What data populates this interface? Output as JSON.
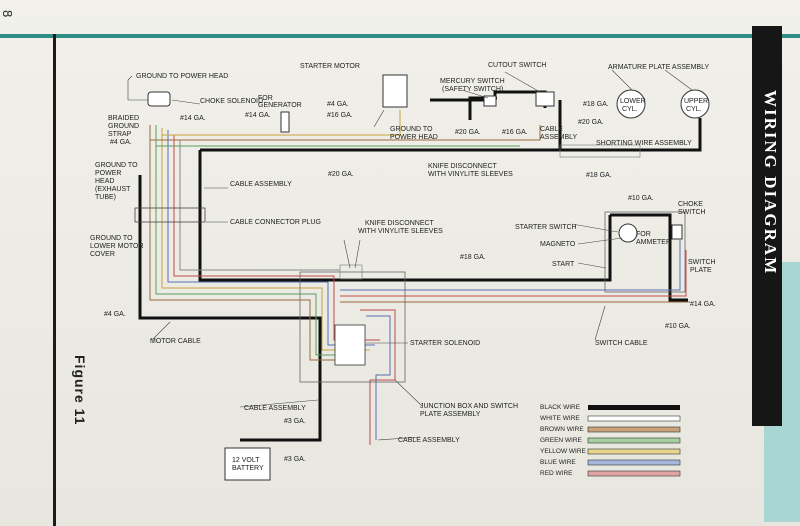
{
  "page": {
    "number": "8",
    "title": "WIRING DIAGRAM",
    "figure": "Figure 11"
  },
  "labels": {
    "ground_to_power_head": "GROUND TO POWER HEAD",
    "choke_solenoid": "CHOKE SOLENOID",
    "braided": "BRAIDED",
    "ground": "GROUND",
    "strap": "STRAP",
    "strap_gauge": "#4 GA.",
    "ga14_choke": "#14 GA.",
    "ground_to": "GROUND TO",
    "power": "POWER",
    "head": "HEAD",
    "exhaust": "(EXHAUST",
    "tube": "TUBE)",
    "ground_to_2": "GROUND TO",
    "lower_motor": "LOWER MOTOR",
    "cover": "COVER",
    "for": "FOR",
    "generator": "GENERATOR",
    "ga14_gen": "#14 GA.",
    "ga4": "#4 GA.",
    "ga16": "#16 GA.",
    "starter_motor": "STARTER MOTOR",
    "ground_to_3": "GROUND TO",
    "power_head": "POWER HEAD",
    "mercury_switch": "MERCURY SWITCH",
    "safety_switch": "(SAFETY SWITCH)",
    "cutout_switch": "CUTOUT SWITCH",
    "ga20_a": "#20 GA.",
    "ga16_b": "#16 GA.",
    "cable": "CABLE",
    "assembly": "ASSEMBLY",
    "armature_plate_assembly": "ARMATURE PLATE ASSEMBLY",
    "ga18_a": "#18 GA.",
    "ga20_b": "#20 GA.",
    "lower": "LOWER",
    "upper": "UPPER",
    "cyl": "CYL.",
    "shorting_wire_assembly": "SHORTING WIRE ASSEMBLY",
    "ga20_c": "#20 GA.",
    "knife_disconnect": "KNIFE DISCONNECT",
    "with_vinylite_sleeves": "WITH VINYLITE SLEEVES",
    "ga18_b": "#18 GA.",
    "cable_assembly": "CABLE ASSEMBLY",
    "cable_connector_plug": "CABLE CONNECTOR PLUG",
    "ga10_a": "#10 GA.",
    "choke": "CHOKE",
    "switch": "SWITCH",
    "starter_switch": "STARTER SWITCH",
    "ammeter": "AMMETER",
    "magneto": "MAGNETO",
    "ga18_c": "#18 GA.",
    "start": "START",
    "plate": "PLATE",
    "ga14_b": "#14 GA.",
    "ga10_b": "#10 GA.",
    "ga4_b": "#4 GA.",
    "motor_cable": "MOTOR CABLE",
    "starter_solenoid": "STARTER SOLENOID",
    "switch_cable": "SWITCH CABLE",
    "junction_box": "JUNCTION BOX AND SWITCH",
    "plate_assembly": "PLATE ASSEMBLY",
    "ga3_a": "#3 GA.",
    "ga3_b": "#3 GA.",
    "twelve_volt": "12 VOLT",
    "battery": "BATTERY"
  },
  "legend": [
    {
      "label": "BLACK WIRE",
      "color": "#111111"
    },
    {
      "label": "WHITE WIRE",
      "color": "#ffffff"
    },
    {
      "label": "BROWN WIRE",
      "color": "#c9a27a"
    },
    {
      "label": "GREEN WIRE",
      "color": "#a8cfa0"
    },
    {
      "label": "YELLOW WIRE",
      "color": "#e6d58a"
    },
    {
      "label": "BLUE WIRE",
      "color": "#a6b6dc"
    },
    {
      "label": "RED WIRE",
      "color": "#e0a4a4"
    }
  ],
  "colors": {
    "accent_teal": "#2f8f86",
    "title_bar": "#161616"
  }
}
